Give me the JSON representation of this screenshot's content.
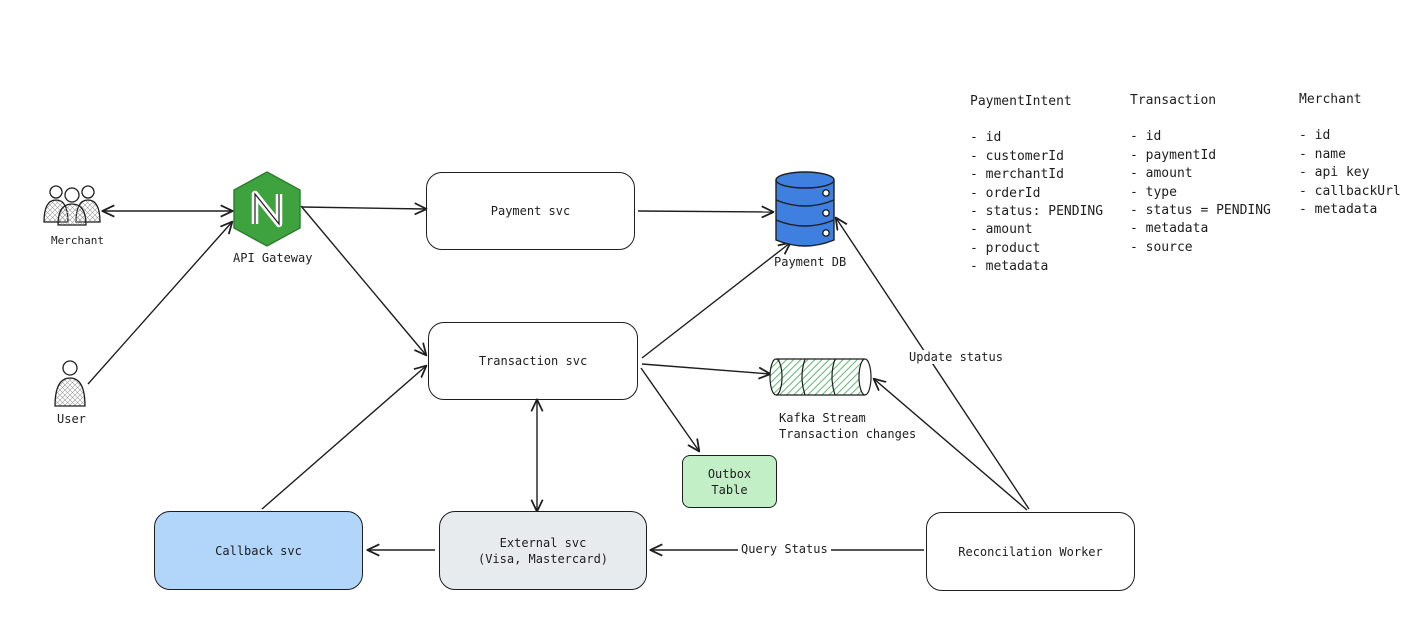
{
  "nodes": {
    "merchant": "Merchant",
    "user": "User",
    "api_gateway": "API Gateway",
    "payment_svc": "Payment svc",
    "transaction_svc": "Transaction svc",
    "payment_db": "Payment DB",
    "kafka": "Kafka Stream\nTransaction changes",
    "outbox": "Outbox\nTable",
    "callback_svc": "Callback svc",
    "external_svc": "External svc\n(Visa, Mastercard)",
    "reconciliation": "Reconcilation Worker"
  },
  "edge_labels": {
    "update_status": "Update status",
    "query_status": "Query Status"
  },
  "colors": {
    "callback_fill": "#b2d5fa",
    "external_fill": "#e8ebee",
    "outbox_fill": "#c2efc6",
    "db_fill": "#3f7fe0",
    "gateway_fill": "#3ea33f",
    "kafka_fill": "#8fd09a"
  },
  "schemas": [
    {
      "title": "PaymentIntent",
      "fields": [
        "- id",
        "- customerId",
        "- merchantId",
        "- orderId",
        "- status: PENDING",
        "- amount",
        "- product",
        "- metadata"
      ]
    },
    {
      "title": "Transaction",
      "fields": [
        "- id",
        "- paymentId",
        "- amount",
        "- type",
        "- status = PENDING",
        "- metadata",
        "- source"
      ]
    },
    {
      "title": "Merchant",
      "fields": [
        "- id",
        "- name",
        "- api key",
        "- callbackUrl",
        "- metadata"
      ]
    }
  ]
}
